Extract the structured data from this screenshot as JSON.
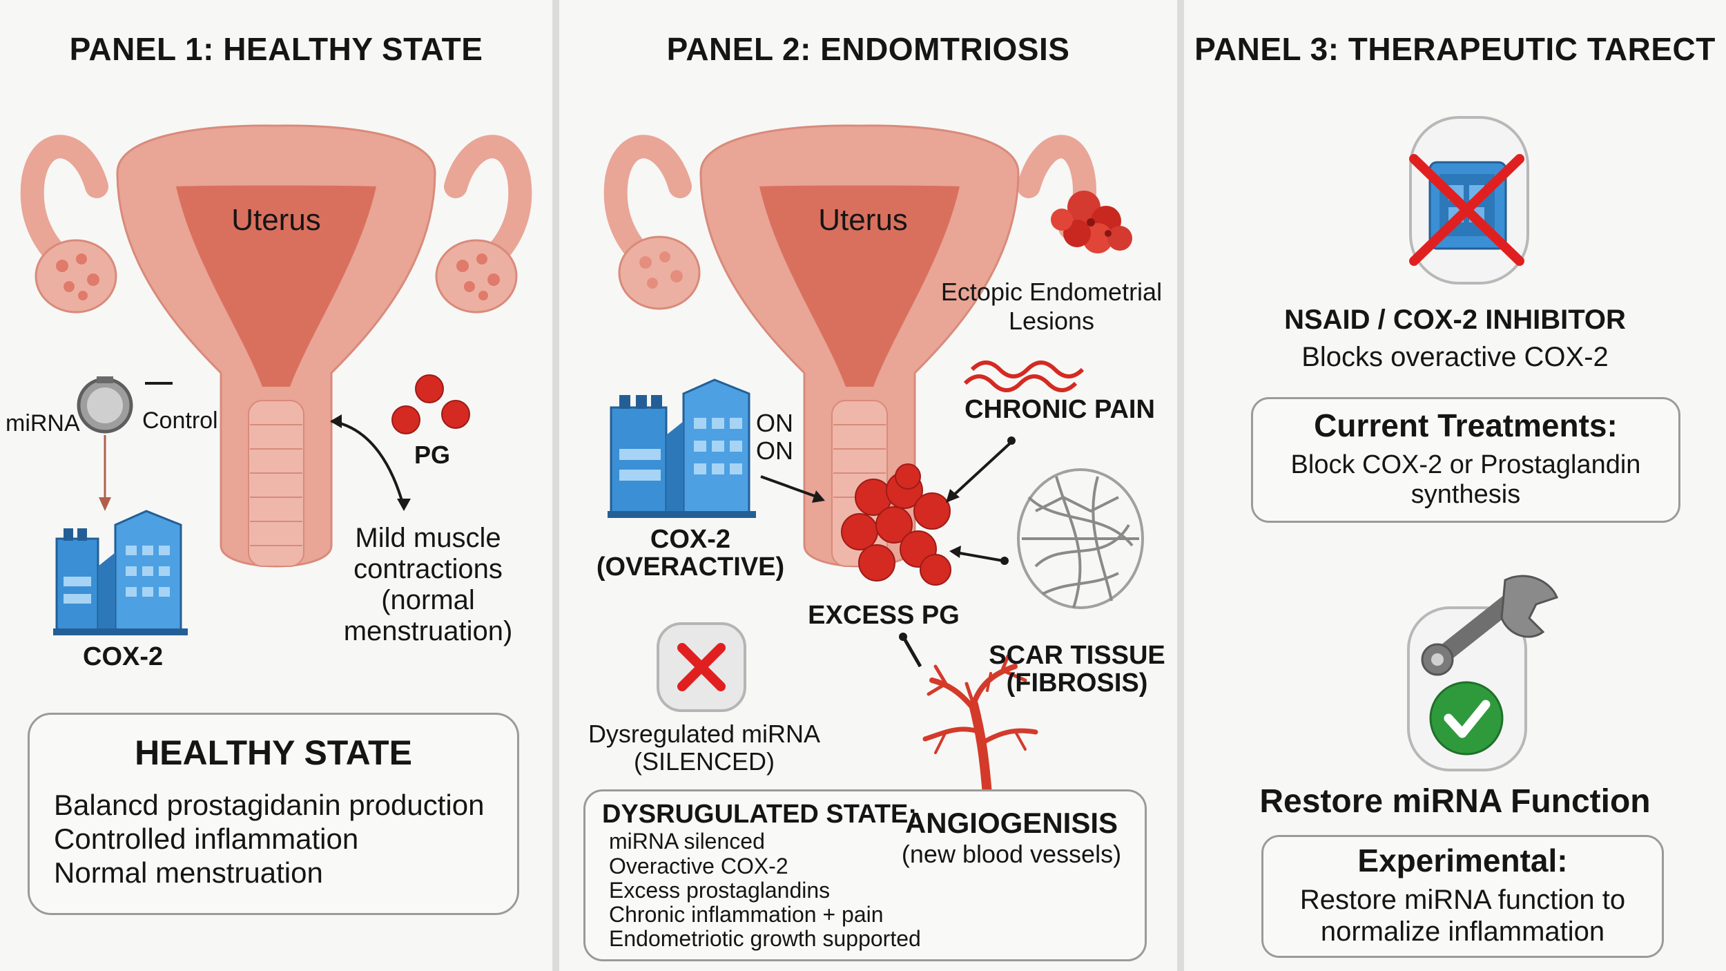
{
  "panel1": {
    "title": "PANEL 1: HEALTHY STATE",
    "uterus_label": "Uterus",
    "mirna_label": "miRNA",
    "control_label": "Control",
    "pg_label": "PG",
    "cox2_label": "COX-2",
    "contractions_lines": [
      "Mild muscle",
      "contractions",
      "(normal",
      "menstruation)"
    ],
    "summary": {
      "heading": "HEALTHY STATE",
      "lines": [
        "Balancd prostagidanin production",
        "Controlled inflammation",
        "Normal menstruation"
      ]
    }
  },
  "panel2": {
    "title": "PANEL 2: ENDOMTRIOSIS",
    "uterus_label": "Uterus",
    "lesions_lines": [
      "Ectopic Endometrial",
      "Lesions"
    ],
    "chronic_pain": "CHRONIC PAIN",
    "on_labels": [
      "ON",
      "ON"
    ],
    "cox2_lines": [
      "COX-2",
      "(OVERACTIVE)"
    ],
    "excess_pg": "EXCESS PG",
    "scar_lines": [
      "SCAR TISSUE",
      "(FIBROSIS)"
    ],
    "mirna_lines": [
      "Dysregulated miRNA",
      "(SILENCED)"
    ],
    "angiogenesis": {
      "heading": "ANGIOGENISIS",
      "sub": "(new blood vessels)"
    },
    "summary": {
      "heading": "DYSRUGULATED STATE:",
      "lines": [
        "miRNA silenced",
        "Overactive COX-2",
        "Excess prostaglandins",
        "Chronic inflammation + pain",
        "Endometriotic growth supported"
      ]
    }
  },
  "panel3": {
    "title": "PANEL 3: THERAPEUTIC TARECT",
    "nsaid_heading": "NSAID / COX-2 INHIBITOR",
    "nsaid_sub": "Blocks overactive COX-2",
    "current": {
      "heading": "Current Treatments:",
      "lines": [
        "Block COX-2 or Prostaglandin",
        "synthesis"
      ]
    },
    "restore_heading": "Restore miRNA Function",
    "experimental": {
      "heading": "Experimental:",
      "lines": [
        "Restore miRNA function to",
        "normalize inflammation"
      ]
    }
  },
  "colors": {
    "uterus_outer": "#e9a596",
    "uterus_inner": "#d9705e",
    "pg_red": "#d42a22",
    "cox_blue": "#3b8fd4",
    "cross_red": "#e02020",
    "check_green": "#2e9a3c",
    "panel_bg": "#f7f7f6"
  }
}
